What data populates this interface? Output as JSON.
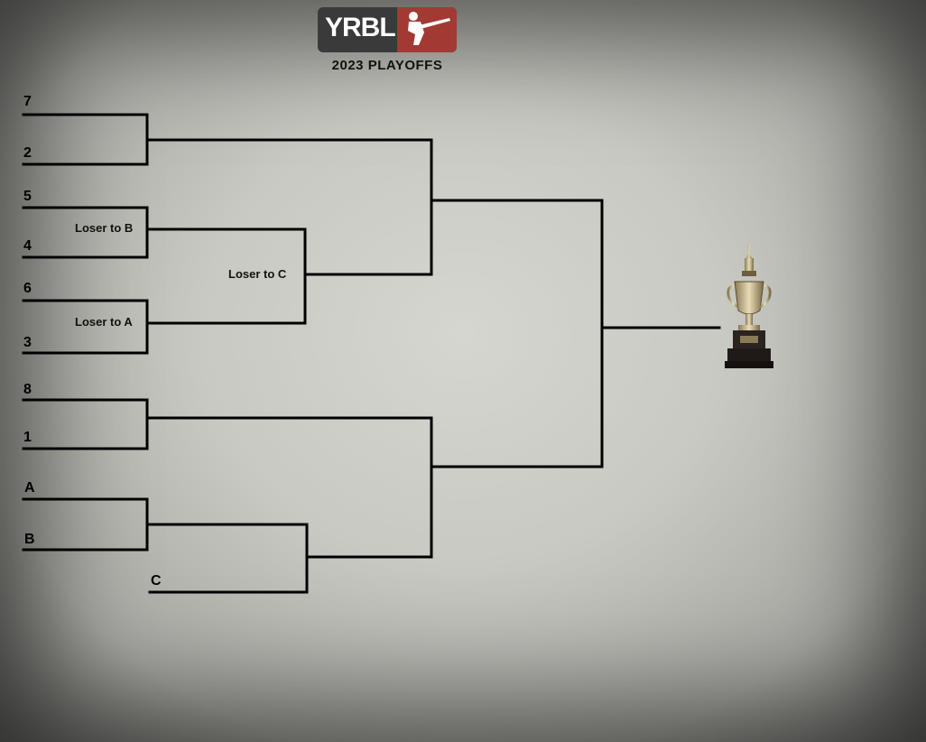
{
  "header": {
    "logo_text": "YRBL",
    "subtitle": "2023 PLAYOFFS"
  },
  "bracket": {
    "seeds": {
      "s7": "7",
      "s2": "2",
      "s5": "5",
      "s4": "4",
      "s6": "6",
      "s3": "3",
      "s8": "8",
      "s1": "1",
      "sA": "A",
      "sB": "B",
      "sC": "C"
    },
    "notes": {
      "loser_b": "Loser to B",
      "loser_a": "Loser to A",
      "loser_c": "Loser to C"
    }
  },
  "colors": {
    "lines": "#000000",
    "logo_dark": "#3a3a3a",
    "logo_red": "#a23a33"
  },
  "icons": {
    "trophy": "trophy-icon",
    "batter": "batter-silhouette-icon"
  }
}
